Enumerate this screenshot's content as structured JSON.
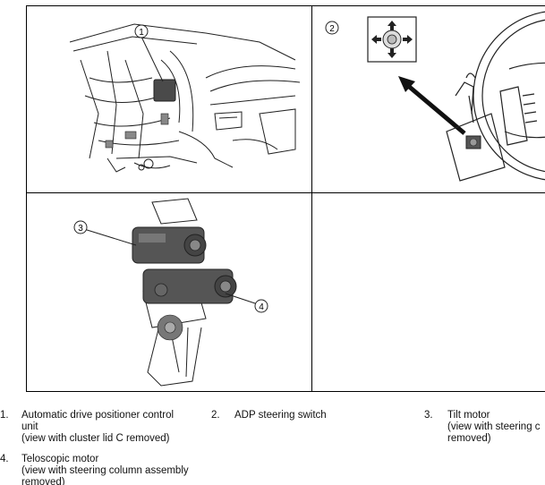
{
  "figure": {
    "callouts": [
      {
        "id": "c1",
        "number": "1"
      },
      {
        "id": "c2",
        "number": "2"
      },
      {
        "id": "c3",
        "number": "3"
      },
      {
        "id": "c4",
        "number": "4"
      }
    ]
  },
  "legend": [
    {
      "number": "1.",
      "lines": [
        "Automatic drive positioner control",
        "unit",
        "(view with cluster lid C removed)"
      ]
    },
    {
      "number": "2.",
      "lines": [
        "ADP steering switch"
      ]
    },
    {
      "number": "3.",
      "lines": [
        "Tilt motor",
        "(view with steering c",
        "removed)"
      ]
    },
    {
      "number": "4.",
      "lines": [
        "Teloscopic motor",
        "(view with steering column assembly",
        "removed)"
      ]
    }
  ]
}
